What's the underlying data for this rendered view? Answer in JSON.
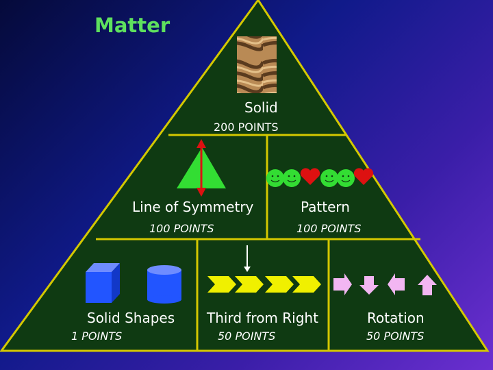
{
  "title": "Matter",
  "colors": {
    "pyramid_fill": "#0f3a12",
    "pyramid_stroke": "#d4c800",
    "triangle_green": "#33dd33",
    "smiley_green": "#33dd33",
    "heart_red": "#dd1111",
    "chevron_yellow": "#f0f000",
    "arrow_pink": "#f2b6f2",
    "cube_blue": "#2255ff"
  },
  "tiers": {
    "top": {
      "label": "Solid",
      "points": "200 POINTS"
    },
    "middle": [
      {
        "label": "Line of Symmetry",
        "points": "100 POINTS"
      },
      {
        "label": "Pattern",
        "points": "100 POINTS"
      }
    ],
    "bottom": [
      {
        "label": "Solid Shapes",
        "points": "1 POINTS"
      },
      {
        "label": "Third from Right",
        "points": "50 POINTS"
      },
      {
        "label": "Rotation",
        "points": "50 POINTS"
      }
    ]
  }
}
